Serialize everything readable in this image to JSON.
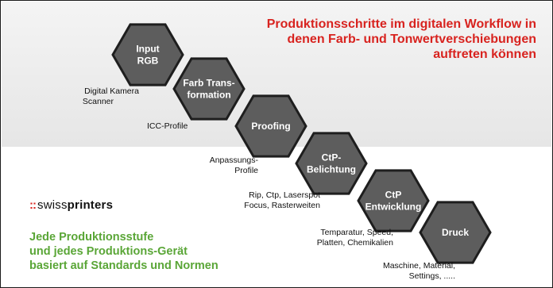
{
  "title_lines": [
    "Produktionsschritte im digitalen Workflow in",
    "denen Farb- und Tonwertverschiebungen",
    "auftreten können"
  ],
  "steps": [
    {
      "lines": [
        "Input",
        "RGB"
      ]
    },
    {
      "lines": [
        "Farb Trans-",
        "formation"
      ]
    },
    {
      "lines": [
        "Proofing"
      ]
    },
    {
      "lines": [
        "CtP-",
        "Belichtung"
      ]
    },
    {
      "lines": [
        "CtP",
        "Entwicklung"
      ]
    },
    {
      "lines": [
        "Druck"
      ]
    }
  ],
  "annotations": [
    {
      "lines": [
        "Digital Kamera",
        "Scanner"
      ]
    },
    {
      "lines": [
        "ICC-Profile"
      ]
    },
    {
      "lines": [
        "Anpassungs-",
        "Profile"
      ]
    },
    {
      "lines": [
        "Rip, Ctp, Laserspot",
        "Focus, Rasterweiten"
      ]
    },
    {
      "lines": [
        "Temparatur, Speed,",
        "Platten, Chemikalien"
      ]
    },
    {
      "lines": [
        "Maschine, Material,",
        "Settings, ....."
      ]
    }
  ],
  "logo": {
    "dots": "::",
    "prefix": "swiss",
    "bold": "printers"
  },
  "statement_lines": [
    "Jede Produktionsstufe",
    "und jedes Produktions-Gerät",
    "basiert auf Standards und Normen"
  ],
  "colors": {
    "title": "#d8231f",
    "statement": "#5aa637",
    "hex_fill": "#5d5d5d",
    "hex_stroke": "#1e1e1e"
  }
}
